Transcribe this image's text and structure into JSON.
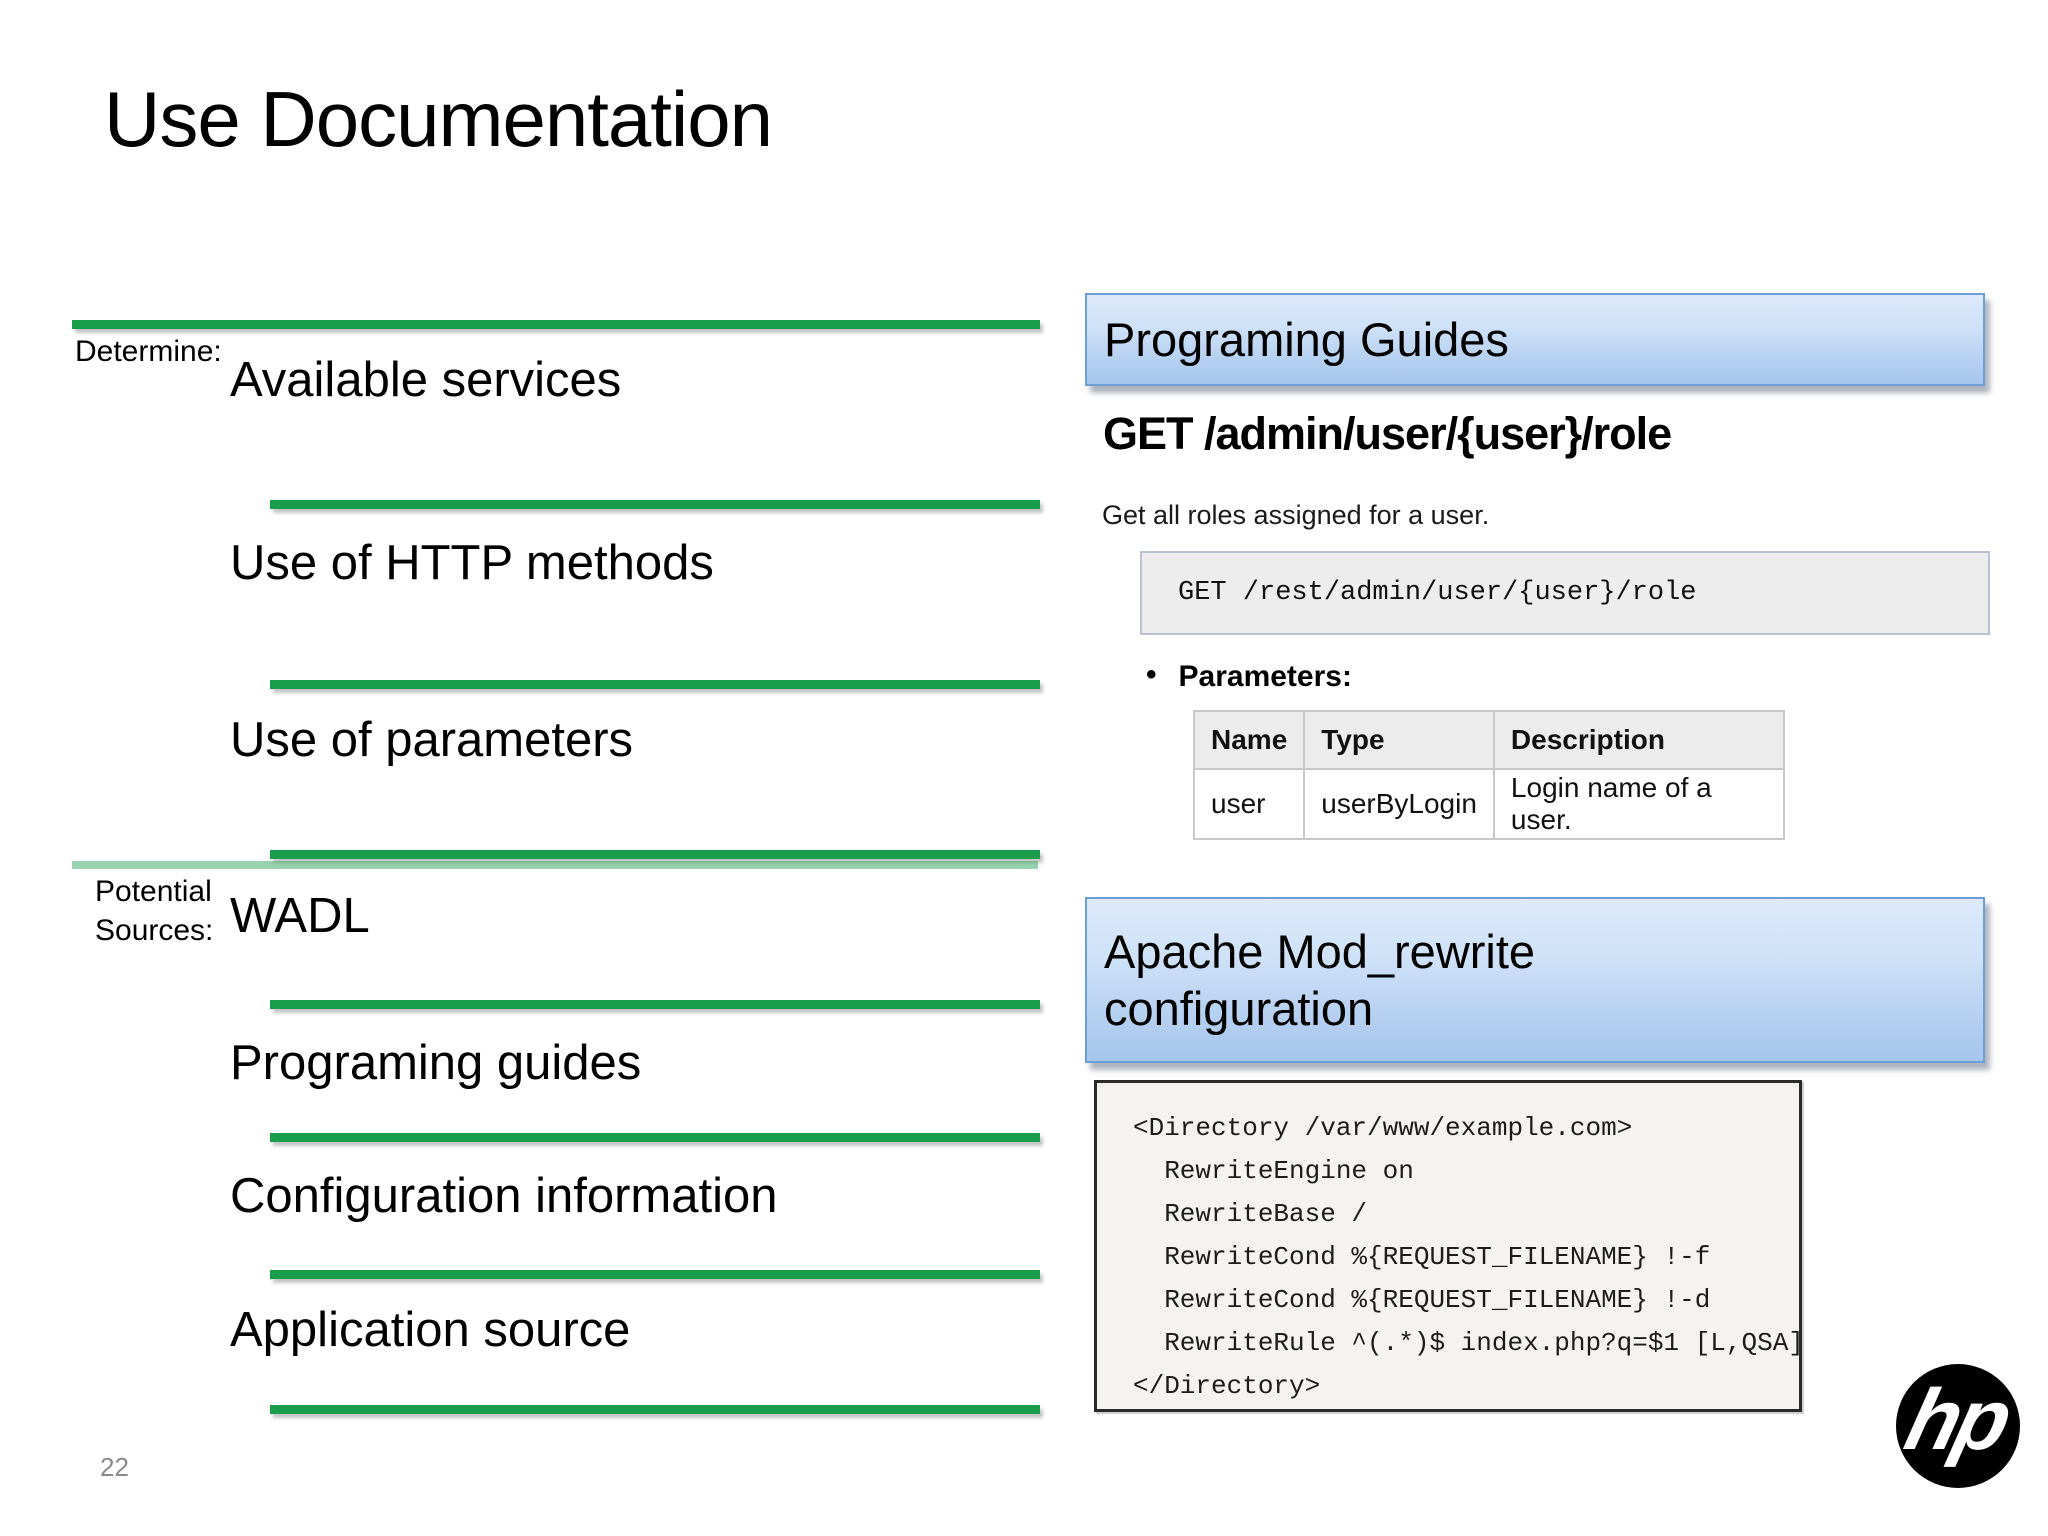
{
  "slide": {
    "title": "Use Documentation",
    "page_number": "22"
  },
  "determine": {
    "label": "Determine:",
    "items": [
      "Available services",
      "Use of HTTP methods",
      "Use of parameters"
    ]
  },
  "sources": {
    "label": "Potential Sources:",
    "items": [
      "WADL",
      "Programing guides",
      "Configuration information",
      "Application source"
    ]
  },
  "programming_guides": {
    "header": "Programing Guides",
    "endpoint_title": "GET /admin/user/{user}/role",
    "endpoint_description": "Get all roles assigned for a user.",
    "code": "GET /rest/admin/user/{user}/role",
    "parameters_label": "Parameters:",
    "table": {
      "headers": [
        "Name",
        "Type",
        "Description"
      ],
      "rows": [
        [
          "user",
          "userByLogin",
          "Login name of a user."
        ]
      ]
    }
  },
  "apache": {
    "header": "Apache Mod_rewrite configuration",
    "code_lines": [
      "<Directory /var/www/example.com>",
      "  RewriteEngine on",
      "  RewriteBase /",
      "  RewriteCond %{REQUEST_FILENAME} !-f",
      "  RewriteCond %{REQUEST_FILENAME} !-d",
      "  RewriteRule ^(.*)$ index.php?q=$1 [L,QSA]",
      "</Directory>"
    ]
  },
  "logo": {
    "text": "hp"
  },
  "icons": {
    "bullet": "•"
  },
  "colors": {
    "divider_green": "#189e4b",
    "divider_green_light": "#8cceaa",
    "callout_blue_top": "#ddeafb",
    "callout_blue_bottom": "#a6c6ed",
    "callout_border": "#6d9fd6",
    "code_bg_gray": "#ededed",
    "apache_code_bg": "#f4f3ef",
    "table_header_bg": "#ececec",
    "page_number_gray": "#8a8a8a",
    "logo_black": "#000000"
  }
}
